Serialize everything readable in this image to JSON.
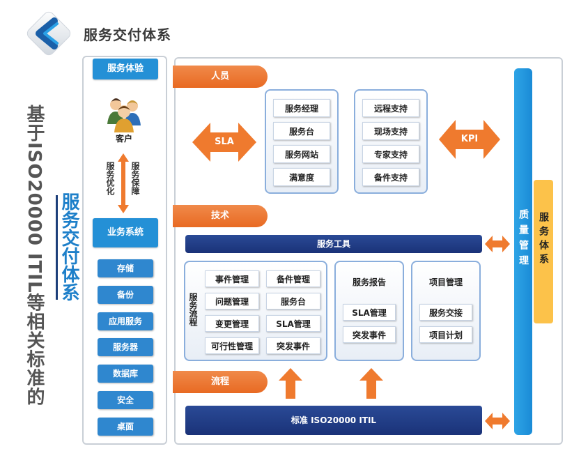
{
  "header": {
    "title": "服务交付体系"
  },
  "side_titles": {
    "gray": "基于ISO20000 ITIL等相关标准的",
    "blue": "服务交付体系"
  },
  "left_column": {
    "experience": "服务体验",
    "customer": "客户",
    "optimize": "服务优化",
    "guarantee": "服务保障",
    "business_system": "业务系统",
    "items": [
      "存储",
      "备份",
      "应用服务",
      "服务器",
      "数据库",
      "安全",
      "桌面"
    ]
  },
  "tabs": {
    "people": "人员",
    "tech": "技术",
    "process": "流程"
  },
  "arrows": {
    "sla": "SLA",
    "kpi": "KPI"
  },
  "people_cards": {
    "left": [
      "服务经理",
      "服务台",
      "服务网站",
      "满意度"
    ],
    "right": [
      "远程支持",
      "现场支持",
      "专家支持",
      "备件支持"
    ]
  },
  "tools": {
    "bar": "服务工具"
  },
  "process_card": {
    "label": "服务流程",
    "col1": [
      "事件管理",
      "问题管理",
      "变更管理",
      "可行性管理"
    ],
    "col2": [
      "备件管理",
      "服务台",
      "SLA管理",
      "突发事件"
    ]
  },
  "report_card": {
    "title": "服务报告",
    "items": [
      "SLA管理",
      "突发事件"
    ]
  },
  "project_card": {
    "title": "项目管理",
    "items": [
      "服务交接",
      "项目计划"
    ]
  },
  "standard_bar": "标准  ISO20000  ITIL",
  "quality": "质量管理",
  "service_system": "服务体系",
  "colors": {
    "blue_head": "#2490d6",
    "orange": "#e86a22",
    "navy": "#1a3278",
    "quality_blue": "#1a8bd6",
    "service_yellow": "#fcc24a"
  },
  "icons": {
    "logo": "chevron-left-icon",
    "customer": "users-icon"
  }
}
